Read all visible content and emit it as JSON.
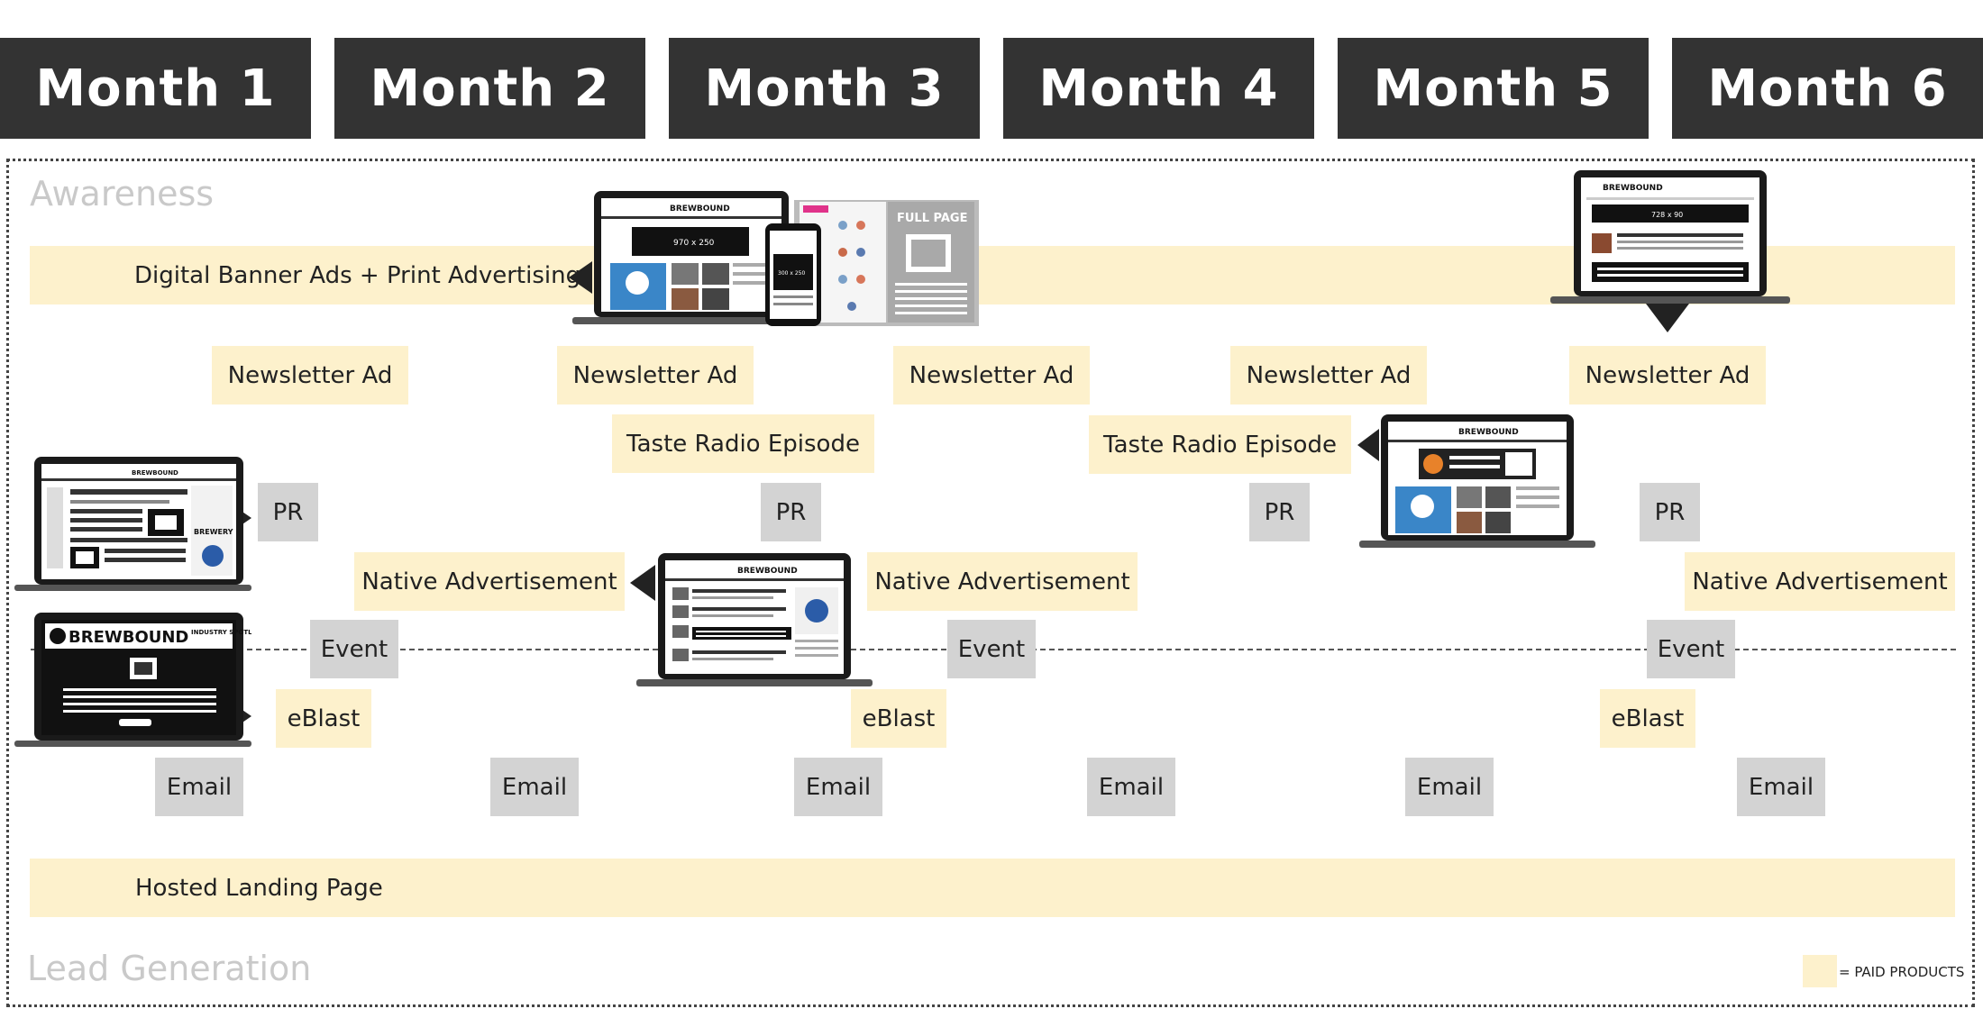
{
  "months": [
    "Month 1",
    "Month 2",
    "Month 3",
    "Month 4",
    "Month 5",
    "Month 6"
  ],
  "stages": {
    "top": "Awareness",
    "bottom": "Lead Generation"
  },
  "bands": {
    "banner": "Digital Banner Ads + Print Advertising",
    "landing": "Hosted Landing Page"
  },
  "items": {
    "newsletter": "Newsletter Ad",
    "taste_radio": "Taste Radio Episode",
    "pr": "PR",
    "native": "Native Advertisement",
    "event": "Event",
    "eblast": "eBlast",
    "email": "Email"
  },
  "mockups": {
    "brand": "BREWBOUND",
    "spotlight": "INDUSTRY SPOTLIGHT",
    "brewery": "BREWERY",
    "banner_970": "970 x 250",
    "banner_300": "300 x 250",
    "full_page": "FULL PAGE",
    "banner_728": "728 x 90"
  },
  "legend": {
    "text": "= PAID PRODUCTS"
  },
  "colors": {
    "paid": "#fdf1cc",
    "free": "#d3d3d3",
    "header": "#333333",
    "stage": "#c9c9c9"
  }
}
